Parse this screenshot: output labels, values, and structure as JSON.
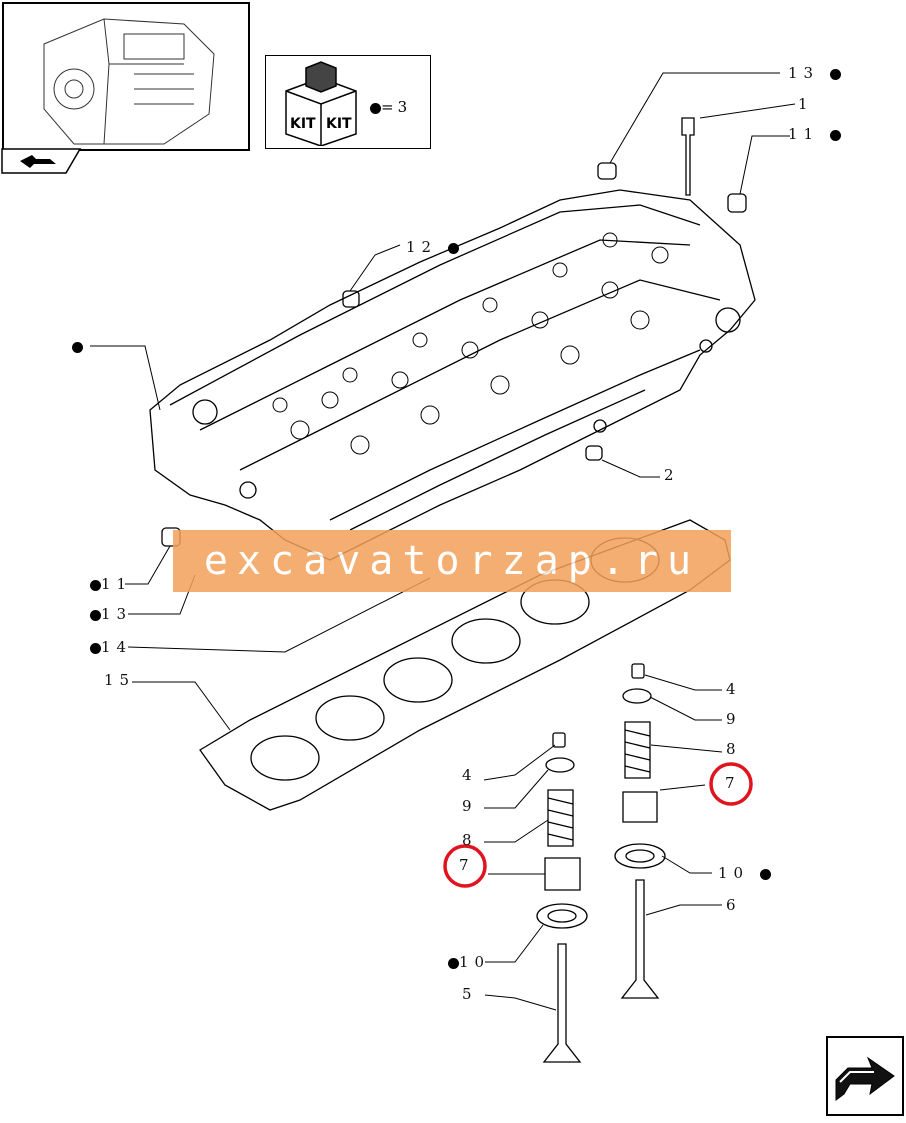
{
  "kit": {
    "text": "KIT",
    "qty": "3"
  },
  "watermark": "excavatorzap.ru",
  "callouts": {
    "c13_top": "13",
    "c1": "1",
    "c11_top": "11",
    "c12": "12",
    "c2": "2",
    "c11_left": "11",
    "c13_left": "13",
    "c14": "14",
    "c15": "15",
    "c4_right": "4",
    "c9_right": "9",
    "c8_right": "8",
    "c7_right": "7",
    "c10_right": "10",
    "c6": "6",
    "c4_left": "4",
    "c9_left": "9",
    "c8_left": "8",
    "c7_left": "7",
    "c10_left": "10",
    "c5": "5"
  },
  "icons": [
    "engine-thumbnail-icon",
    "kit-box-icon",
    "back-arrow-icon",
    "next-arrow-icon"
  ],
  "highlight_color": "#e0141e"
}
